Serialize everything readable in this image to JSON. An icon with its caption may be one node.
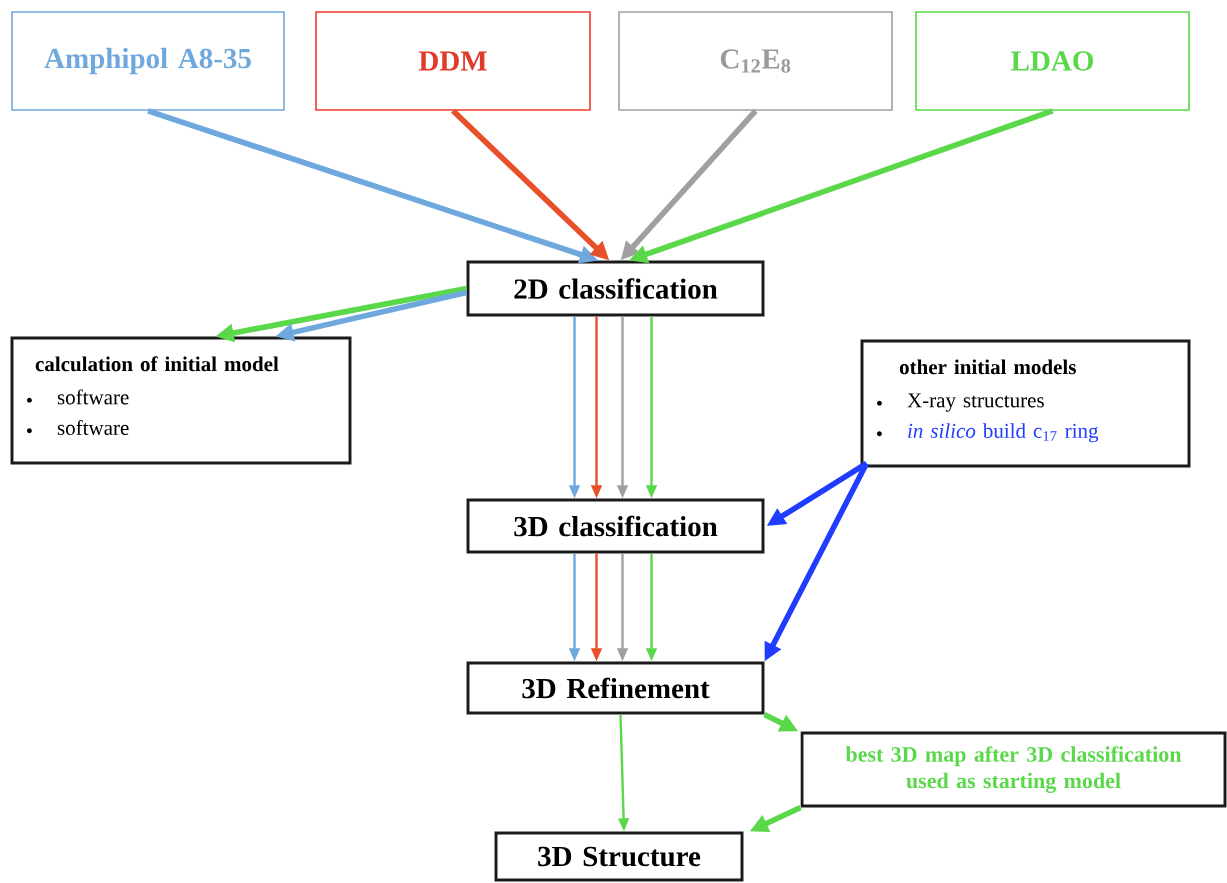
{
  "diagram": {
    "nodes": [
      {
        "text": [
          "Amphipol A8-35"
        ]
      },
      {
        "text": [
          "DDM"
        ]
      },
      {
        "text": [
          "C$_{12}$E$_{8}$"
        ]
      },
      {
        "text": [
          "LDAO"
        ]
      },
      {
        "text": [
          "2D classification"
        ]
      },
      {
        "text": [
          "calculation of initial model",
          "software",
          "software"
        ]
      },
      {
        "text": [
          "other initial models",
          "X-ray structures",
          "*in silico* build c$_{17}$ ring"
        ]
      },
      {
        "text": [
          "3D classification"
        ]
      },
      {
        "text": [
          "3D Refinement"
        ]
      },
      {
        "text": [
          "best 3D map after 3D classification used as starting model"
        ]
      },
      {
        "text": [
          "3D Structure"
        ]
      }
    ],
    "edges": [
      {
        "from": 0,
        "to": 4,
        "arrow": "to",
        "color": "#6fa8dc"
      },
      {
        "from": 1,
        "to": 4,
        "arrow": "to",
        "color": "#e8502a"
      },
      {
        "from": 2,
        "to": 4,
        "arrow": "to",
        "color": "#a0a0a0"
      },
      {
        "from": 3,
        "to": 4,
        "arrow": "to",
        "color": "#5ad84a"
      },
      {
        "from": 4,
        "to": 5,
        "arrow": "to",
        "color": "#5ad84a"
      },
      {
        "from": 4,
        "to": 5,
        "arrow": "to",
        "color": "#6fa8dc"
      },
      {
        "from": 4,
        "to": 7,
        "arrow": "to",
        "color": "#6fa8dc"
      },
      {
        "from": 4,
        "to": 7,
        "arrow": "to",
        "color": "#e8502a"
      },
      {
        "from": 4,
        "to": 7,
        "arrow": "to",
        "color": "#a0a0a0"
      },
      {
        "from": 4,
        "to": 7,
        "arrow": "to",
        "color": "#5ad84a"
      },
      {
        "from": 7,
        "to": 8,
        "arrow": "to",
        "color": "#6fa8dc"
      },
      {
        "from": 7,
        "to": 8,
        "arrow": "to",
        "color": "#e8502a"
      },
      {
        "from": 7,
        "to": 8,
        "arrow": "to",
        "color": "#a0a0a0"
      },
      {
        "from": 7,
        "to": 8,
        "arrow": "to",
        "color": "#5ad84a"
      },
      {
        "from": 6,
        "to": 7,
        "arrow": "to",
        "color": "#1f3cff"
      },
      {
        "from": 6,
        "to": 8,
        "arrow": "to",
        "color": "#1f3cff"
      },
      {
        "from": 8,
        "to": 9,
        "arrow": "to",
        "color": "#5ad84a"
      },
      {
        "from": 8,
        "to": 10,
        "arrow": "to",
        "color": "#5ad84a"
      },
      {
        "from": 9,
        "to": 10,
        "arrow": "to",
        "color": "#5ad84a"
      }
    ]
  }
}
